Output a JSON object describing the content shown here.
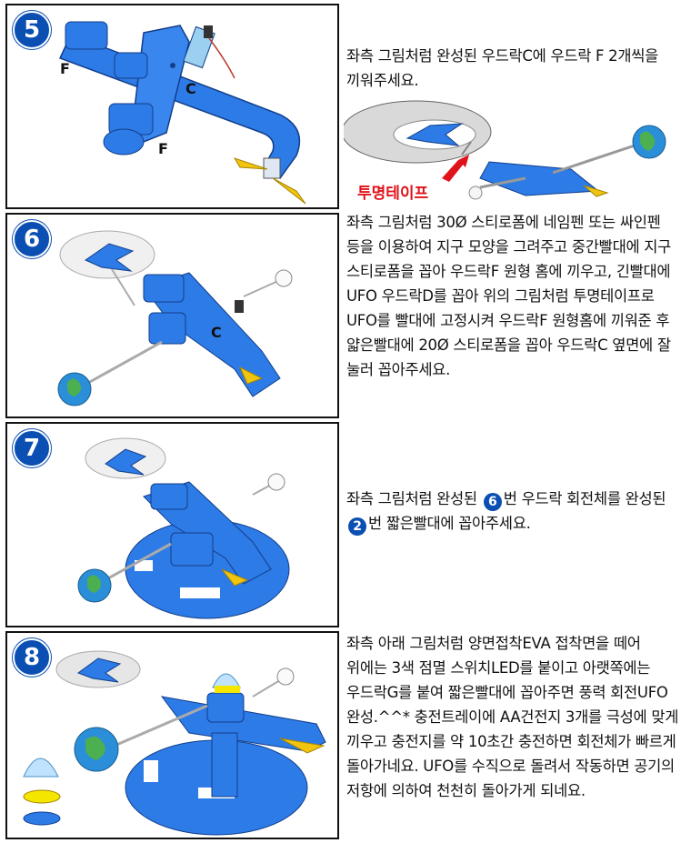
{
  "colors": {
    "badge": "#0b4fb3",
    "part": "#2d7be6",
    "tape_label": "#e0131a"
  },
  "steps": [
    {
      "number": "5",
      "labels": [
        "F",
        "F",
        "C"
      ],
      "text": "좌측 그림처럼 완성된 우드락C에 우드락 F 2개씩을 끼워주세요.",
      "annotation": "투명테이프"
    },
    {
      "number": "6",
      "labels": [
        "C"
      ],
      "text": "좌측 그림처럼 30Ø 스티로폼에 네임펜 또는 싸인펜 등을 이용하여 지구 모양을 그려주고 중간빨대에 지구 스티로폼을 꼽아 우드락F 원형 홈에 끼우고, 긴빨대에 UFO 우드락D를 꼽아 위의 그림처럼 투명테이프로 UFO를 빨대에 고정시켜 우드락F 원형홈에 끼워준 후 얇은빨대에 20Ø 스티로폼을 꼽아 우드락C 옆면에 잘 눌러 꼽아주세요."
    },
    {
      "number": "7",
      "text_a": "좌측 그림처럼 완성된",
      "ref1": "6",
      "text_b": "번 우드락 회전체를 완성된",
      "ref2": "2",
      "text_c": "번 짧은빨대에 꼽아주세요."
    },
    {
      "number": "8",
      "text": "좌측 아래 그림처럼 양면접착EVA 접착면을 떼어 위에는 3색 점멸 스위치LED를 붙이고 아랫쪽에는 우드락G를 붙여 짧은빨대에 꼽아주면 풍력 회전UFO 완성.^^* 충전트레이에 AA건전지 3개를 극성에 맞게 끼우고 충전지를 약 10초간 충전하면 회전체가 빠르게 돌아가네요. UFO를 수직으로 돌려서 작동하면 공기의 저항에 의하여 천천히 돌아가게 되네요."
    }
  ]
}
